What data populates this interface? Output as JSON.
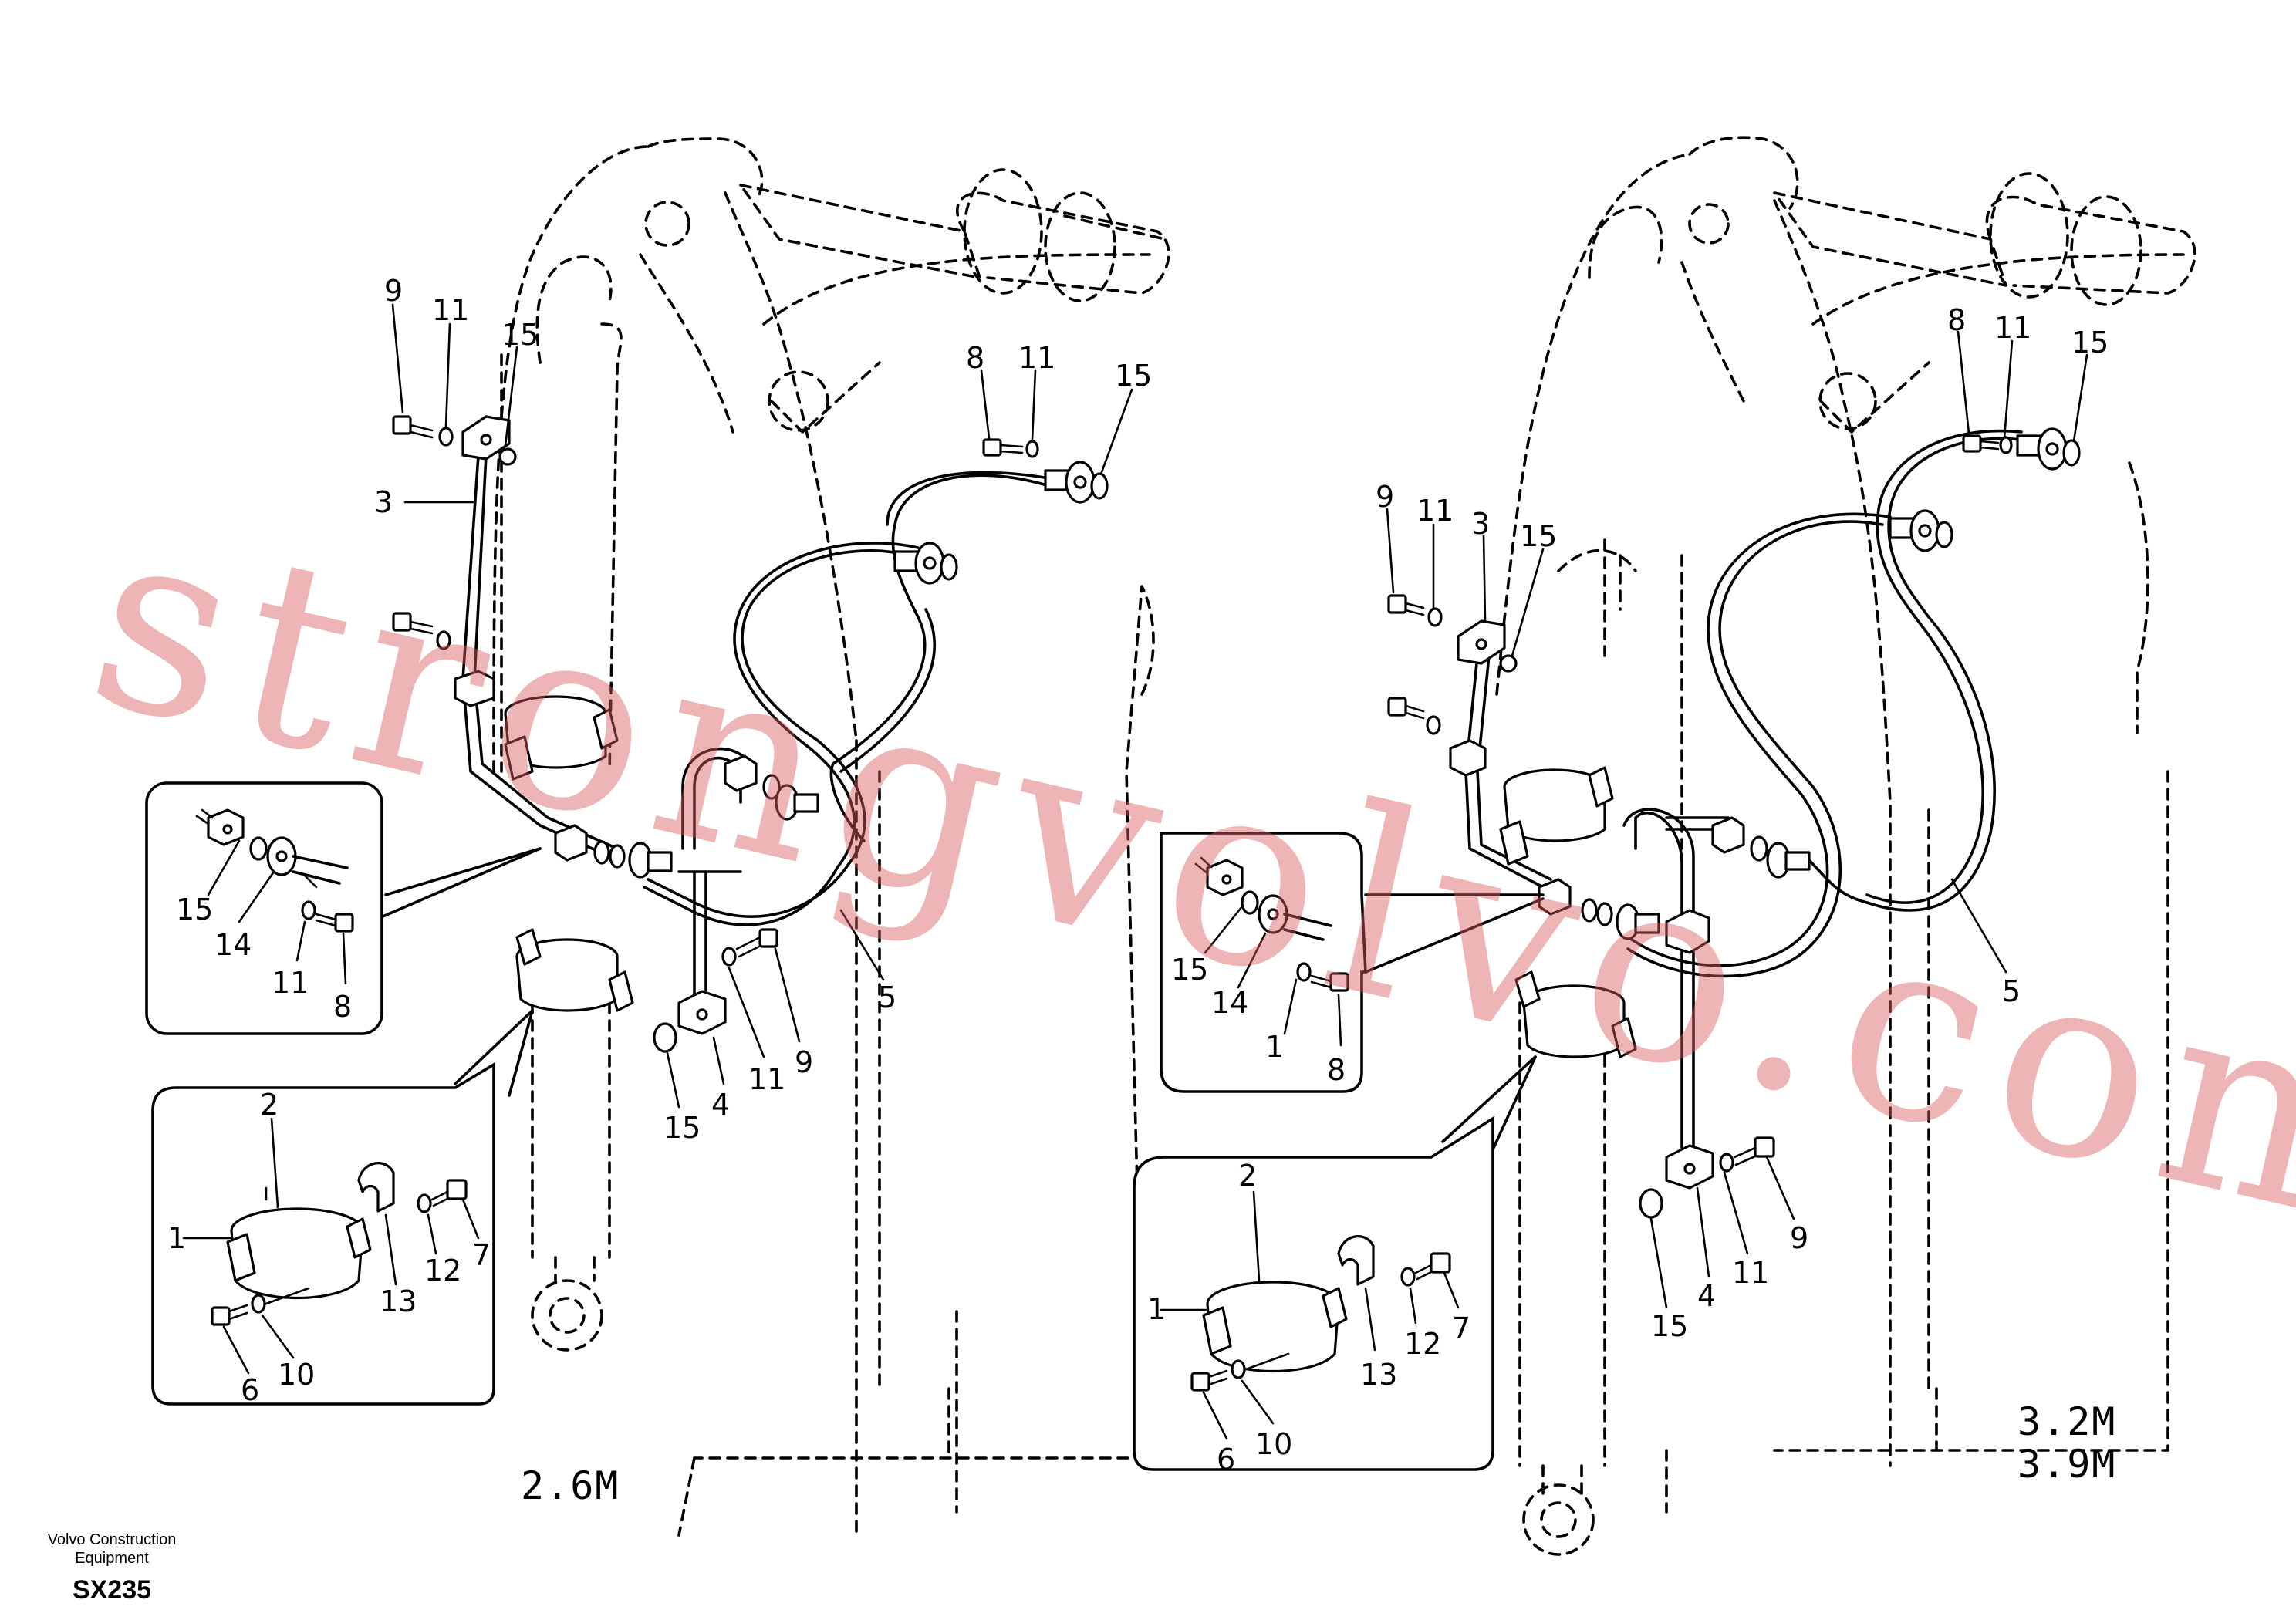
{
  "watermark": "strongvolvo.com",
  "footer": {
    "company_line1": "Volvo Construction",
    "company_line2": "Equipment",
    "drawing_code": "SX235"
  },
  "left_view": {
    "scale_label": "2.6M",
    "callouts": {
      "c9_top": "9",
      "c11_top": "11",
      "c15_top": "15",
      "c3": "3",
      "c8_right": "8",
      "c11_right": "11",
      "c15_right": "15",
      "c5": "5",
      "c9_lower": "9",
      "c11_lower": "11",
      "c4": "4",
      "c15_lower": "15"
    },
    "inset_upper": {
      "c15": "15",
      "c14": "14",
      "c11": "11",
      "c8": "8"
    },
    "inset_lower": {
      "c2": "2",
      "c1": "1",
      "c13": "13",
      "c12": "12",
      "c7": "7",
      "c6": "6",
      "c10": "10"
    }
  },
  "right_view": {
    "scale_label_1": "3.2M",
    "scale_label_2": "3.9M",
    "callouts": {
      "c8_top": "8",
      "c11_top": "11",
      "c15_top": "15",
      "c9": "9",
      "c11": "11",
      "c3": "3",
      "c15": "15",
      "c5": "5",
      "c9_lower": "9",
      "c11_lower": "11",
      "c4": "4",
      "c15_lower": "15"
    },
    "inset_upper": {
      "c15": "15",
      "c14": "14",
      "c1": "1",
      "c8": "8"
    },
    "inset_lower": {
      "c2": "2",
      "c1": "1",
      "c13": "13",
      "c12": "12",
      "c7": "7",
      "c6": "6",
      "c10": "10"
    }
  }
}
